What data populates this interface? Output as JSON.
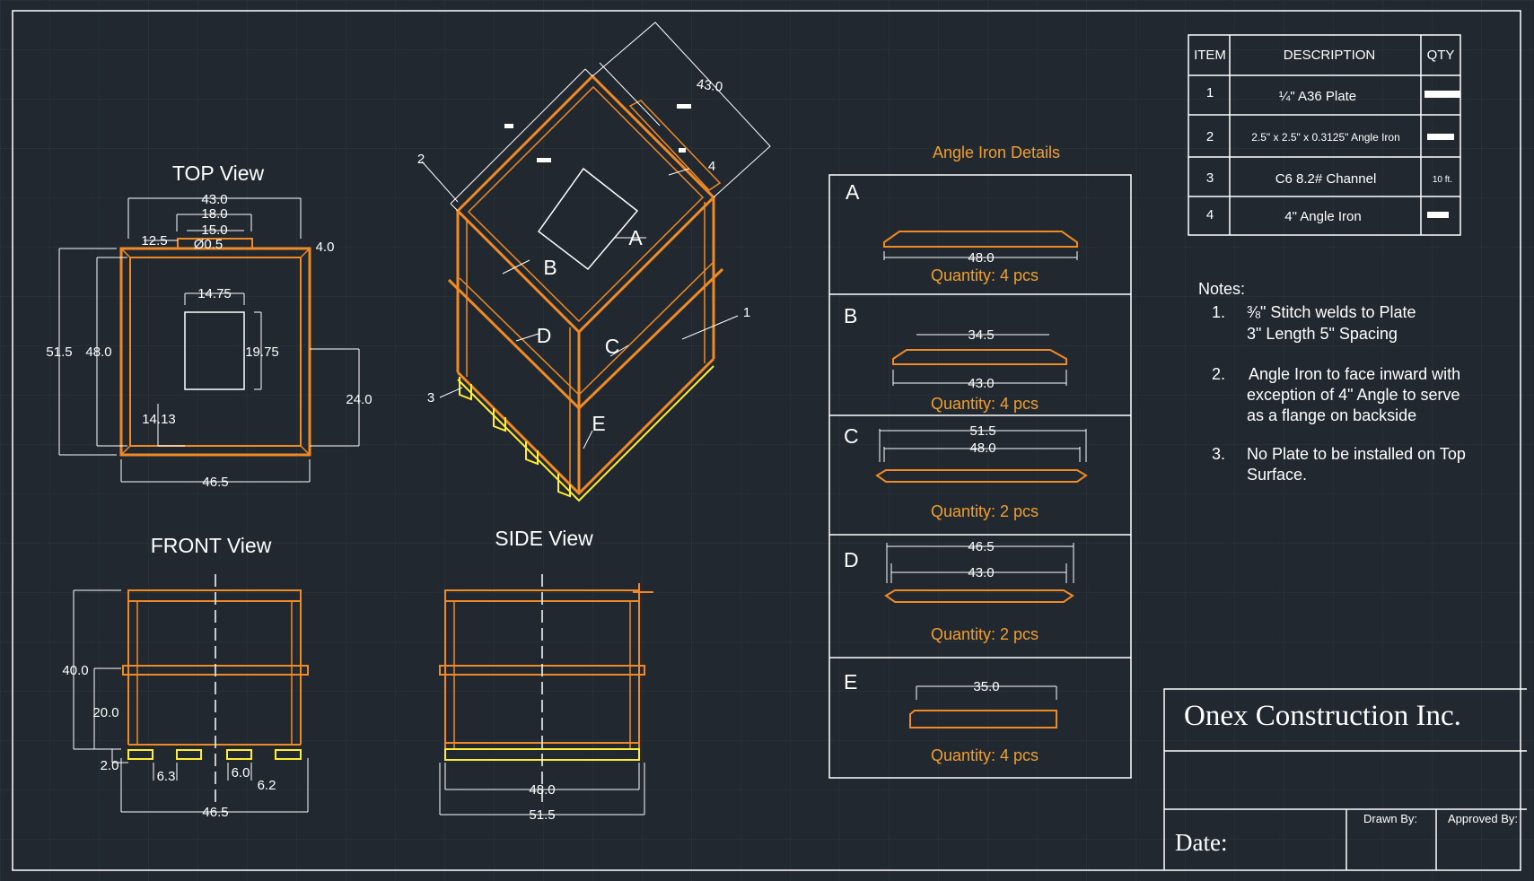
{
  "colors": {
    "background": "#212830",
    "grid": "#2c3540",
    "line": "#ffffff",
    "part": "#f08a24",
    "accent": "#f0a030",
    "highlight": "#ffee33"
  },
  "views": {
    "top": {
      "title": "TOP View",
      "dims": [
        "43.0",
        "18.0",
        "15.0",
        "12.5",
        "Ø0.5",
        "4.0",
        "14.75",
        "51.5",
        "48.0",
        "19.75",
        "24.0",
        "14.13",
        "46.5"
      ]
    },
    "front": {
      "title": "FRONT View",
      "dims": [
        "40.0",
        "20.0",
        "2.0",
        "6.3",
        "6.0",
        "6.2",
        "46.5"
      ]
    },
    "side": {
      "title": "SIDE View",
      "dims": [
        "48.0",
        "51.5"
      ]
    },
    "iso": {
      "dims": [
        "43.0"
      ],
      "labels": [
        "A",
        "B",
        "C",
        "D",
        "E"
      ],
      "balloons": [
        "1",
        "2",
        "3",
        "4"
      ]
    }
  },
  "angle_iron": {
    "title": "Angle Iron Details",
    "items": [
      {
        "letter": "A",
        "dims": [
          "48.0"
        ],
        "qty": "Quantity: 4 pcs"
      },
      {
        "letter": "B",
        "dims": [
          "34.5",
          "43.0"
        ],
        "qty": "Quantity: 4 pcs"
      },
      {
        "letter": "C",
        "dims": [
          "51.5",
          "48.0"
        ],
        "qty": "Quantity: 2 pcs"
      },
      {
        "letter": "D",
        "dims": [
          "46.5",
          "43.0"
        ],
        "qty": "Quantity: 2 pcs"
      },
      {
        "letter": "E",
        "dims": [
          "35.0"
        ],
        "qty": "Quantity: 4 pcs"
      }
    ]
  },
  "bom": {
    "headers": [
      "ITEM",
      "DESCRIPTION",
      "QTY"
    ],
    "rows": [
      {
        "item": "1",
        "desc": "¼\" A36 Plate"
      },
      {
        "item": "2",
        "desc": "2.5\" x 2.5\" x 0.3125\" Angle Iron"
      },
      {
        "item": "3",
        "desc": "C6 8.2# Channel",
        "qty": "10 ft."
      },
      {
        "item": "4",
        "desc": "4\" Angle Iron"
      }
    ]
  },
  "notes": {
    "title": "Notes:",
    "items": [
      {
        "num": "1.",
        "lines": [
          "⅜\" Stitch welds to Plate",
          "3\" Length 5\" Spacing"
        ]
      },
      {
        "num": "2.",
        "lines": [
          "Angle Iron to face inward with",
          "exception of 4\" Angle to serve",
          "as a flange on backside"
        ]
      },
      {
        "num": "3.",
        "lines": [
          "No Plate to be installed on Top",
          "Surface."
        ]
      }
    ]
  },
  "title_block": {
    "company": "Onex Construction Inc.",
    "date_label": "Date:",
    "drawn_by_label": "Drawn By:",
    "approved_by_label": "Approved By:"
  }
}
